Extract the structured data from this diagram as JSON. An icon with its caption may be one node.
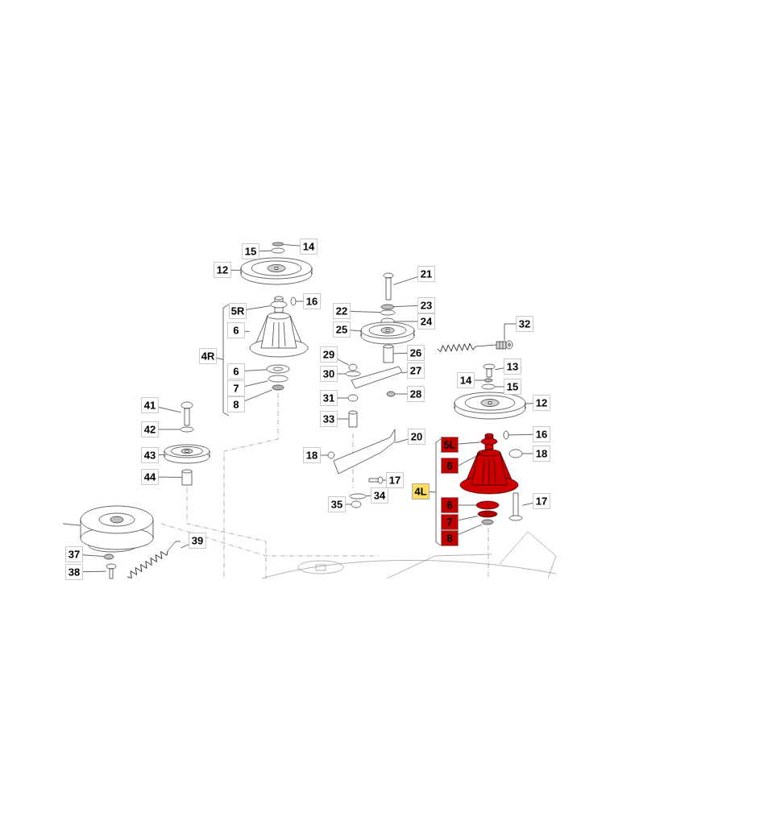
{
  "diagram": {
    "nodes": [
      {
        "text": [
          "15"
        ]
      },
      {
        "text": [
          "14"
        ]
      },
      {
        "text": [
          "12"
        ]
      },
      {
        "text": [
          "21"
        ]
      },
      {
        "text": [
          "16"
        ]
      },
      {
        "text": [
          "22"
        ]
      },
      {
        "text": [
          "23"
        ]
      },
      {
        "text": [
          "5R"
        ]
      },
      {
        "text": [
          "24"
        ]
      },
      {
        "text": [
          "32"
        ]
      },
      {
        "text": [
          "6"
        ]
      },
      {
        "text": [
          "25"
        ]
      },
      {
        "text": [
          "26"
        ]
      },
      {
        "text": [
          "29"
        ]
      },
      {
        "text": [
          "4R"
        ]
      },
      {
        "text": [
          "13"
        ]
      },
      {
        "text": [
          "27"
        ]
      },
      {
        "text": [
          "6"
        ]
      },
      {
        "text": [
          "30"
        ]
      },
      {
        "text": [
          "14"
        ]
      },
      {
        "text": [
          "15"
        ]
      },
      {
        "text": [
          "7"
        ]
      },
      {
        "text": [
          "28"
        ]
      },
      {
        "text": [
          "31"
        ]
      },
      {
        "text": [
          "12"
        ]
      },
      {
        "text": [
          "8"
        ]
      },
      {
        "text": [
          "41"
        ]
      },
      {
        "text": [
          "33"
        ]
      },
      {
        "text": [
          "42"
        ]
      },
      {
        "text": [
          "16"
        ]
      },
      {
        "text": [
          "20"
        ]
      },
      {
        "text": [
          "5L"
        ]
      },
      {
        "text": [
          "18"
        ]
      },
      {
        "text": [
          "43"
        ]
      },
      {
        "text": [
          "18"
        ]
      },
      {
        "text": [
          "6"
        ]
      },
      {
        "text": [
          "44"
        ]
      },
      {
        "text": [
          "17"
        ]
      },
      {
        "text": [
          "4L"
        ]
      },
      {
        "text": [
          "34"
        ]
      },
      {
        "text": [
          "17"
        ]
      },
      {
        "text": [
          "35"
        ]
      },
      {
        "text": [
          "6"
        ]
      },
      {
        "text": [
          "7"
        ]
      },
      {
        "text": [
          "8"
        ]
      },
      {
        "text": [
          "39"
        ]
      },
      {
        "text": [
          "37"
        ]
      },
      {
        "text": [
          "38"
        ]
      },
      {
        "text": [],
        "shape": "circle"
      },
      {
        "text": [],
        "shape": "circle"
      },
      {
        "text": [],
        "shape": "picture"
      },
      {
        "text": [],
        "shape": "picture"
      },
      {
        "text": [],
        "shape": "circle"
      },
      {
        "text": [],
        "shape": "picture"
      },
      {
        "text": [],
        "shape": "picture"
      },
      {
        "text": [],
        "shape": "circle"
      },
      {
        "text": [],
        "shape": "circle"
      },
      {
        "text": [],
        "shape": "bracket"
      },
      {
        "text": [],
        "shape": "picture"
      },
      {
        "text": [],
        "shape": "circle"
      },
      {
        "text": [],
        "shape": "circle"
      },
      {
        "text": [],
        "shape": "circle"
      },
      {
        "text": [],
        "shape": "picture"
      },
      {
        "text": [],
        "shape": "cylinder"
      },
      {
        "text": [],
        "shape": "circle"
      },
      {
        "text": [],
        "shape": "circle"
      },
      {
        "text": [],
        "shape": "picture"
      },
      {
        "text": [],
        "shape": "circle"
      },
      {
        "text": [],
        "shape": "circle"
      },
      {
        "text": [],
        "shape": "cylinder"
      },
      {
        "text": [],
        "shape": "picture"
      },
      {
        "text": [],
        "shape": "circle"
      },
      {
        "text": [],
        "shape": "picture"
      },
      {
        "text": [],
        "shape": "circle"
      },
      {
        "text": [],
        "shape": "circle"
      },
      {
        "text": [],
        "shape": "picture"
      },
      {
        "text": [],
        "shape": "picture"
      },
      {
        "text": [],
        "shape": "circle"
      },
      {
        "text": [],
        "shape": "circle"
      },
      {
        "text": [],
        "shape": "picture"
      },
      {
        "text": [],
        "shape": "circle"
      },
      {
        "text": [],
        "shape": "picture"
      },
      {
        "text": [],
        "shape": "picture"
      },
      {
        "text": [],
        "shape": "circle"
      },
      {
        "text": [],
        "shape": "bracket"
      },
      {
        "text": [],
        "shape": "picture"
      },
      {
        "text": [],
        "shape": "circle"
      },
      {
        "text": [],
        "shape": "circle"
      },
      {
        "text": [],
        "shape": "circle"
      },
      {
        "text": [],
        "shape": "picture"
      },
      {
        "text": [],
        "shape": "circle"
      },
      {
        "text": [],
        "shape": "picture"
      },
      {
        "text": [],
        "shape": "cylinder"
      },
      {
        "text": [],
        "shape": "picture"
      },
      {
        "text": [],
        "shape": "circle"
      },
      {
        "text": [],
        "shape": "picture"
      },
      {
        "text": [],
        "shape": "picture"
      }
    ],
    "edges": [
      {
        "from": 0,
        "to": 48,
        "arrow": "none"
      },
      {
        "from": 1,
        "to": 49,
        "arrow": "none"
      },
      {
        "from": 2,
        "to": 50,
        "arrow": "none"
      },
      {
        "from": 3,
        "to": 58,
        "arrow": "none"
      },
      {
        "from": 4,
        "to": 52,
        "arrow": "none"
      },
      {
        "from": 5,
        "to": 60,
        "arrow": "none"
      },
      {
        "from": 6,
        "to": 59,
        "arrow": "none"
      },
      {
        "from": 7,
        "to": 51,
        "arrow": "none"
      },
      {
        "from": 8,
        "to": 61,
        "arrow": "none"
      },
      {
        "from": 9,
        "to": 75,
        "arrow": "none"
      },
      {
        "from": 10,
        "to": 53,
        "arrow": "none"
      },
      {
        "from": 11,
        "to": 62,
        "arrow": "none"
      },
      {
        "from": 12,
        "to": 63,
        "arrow": "none"
      },
      {
        "from": 13,
        "to": 64,
        "arrow": "none"
      },
      {
        "from": 14,
        "to": 57,
        "arrow": "none"
      },
      {
        "from": 15,
        "to": 76,
        "arrow": "none"
      },
      {
        "from": 16,
        "to": 66,
        "arrow": "none"
      },
      {
        "from": 17,
        "to": 54,
        "arrow": "none"
      },
      {
        "from": 18,
        "to": 65,
        "arrow": "none"
      },
      {
        "from": 19,
        "to": 77,
        "arrow": "none"
      },
      {
        "from": 20,
        "to": 78,
        "arrow": "none"
      },
      {
        "from": 21,
        "to": 55,
        "arrow": "none"
      },
      {
        "from": 22,
        "to": 67,
        "arrow": "none"
      },
      {
        "from": 23,
        "to": 68,
        "arrow": "none"
      },
      {
        "from": 24,
        "to": 79,
        "arrow": "none"
      },
      {
        "from": 25,
        "to": 56,
        "arrow": "none"
      },
      {
        "from": 26,
        "to": 89,
        "arrow": "none"
      },
      {
        "from": 27,
        "to": 69,
        "arrow": "none"
      },
      {
        "from": 28,
        "to": 90,
        "arrow": "none"
      },
      {
        "from": 29,
        "to": 80,
        "arrow": "none"
      },
      {
        "from": 30,
        "to": 70,
        "arrow": "none"
      },
      {
        "from": 31,
        "to": 81,
        "arrow": "none"
      },
      {
        "from": 32,
        "to": 83,
        "arrow": "none"
      },
      {
        "from": 33,
        "to": 91,
        "arrow": "none"
      },
      {
        "from": 34,
        "to": 71,
        "arrow": "none"
      },
      {
        "from": 35,
        "to": 82,
        "arrow": "none"
      },
      {
        "from": 36,
        "to": 92,
        "arrow": "none"
      },
      {
        "from": 37,
        "to": 72,
        "arrow": "none"
      },
      {
        "from": 38,
        "to": 84,
        "arrow": "none"
      },
      {
        "from": 39,
        "to": 73,
        "arrow": "none"
      },
      {
        "from": 40,
        "to": 85,
        "arrow": "none"
      },
      {
        "from": 41,
        "to": 74,
        "arrow": "none"
      },
      {
        "from": 42,
        "to": 86,
        "arrow": "none"
      },
      {
        "from": 43,
        "to": 87,
        "arrow": "none"
      },
      {
        "from": 44,
        "to": 88,
        "arrow": "none"
      },
      {
        "from": 45,
        "to": 93,
        "arrow": "none"
      },
      {
        "from": 46,
        "to": 94,
        "arrow": "none"
      },
      {
        "from": 47,
        "to": 95,
        "arrow": "none"
      },
      {
        "from": null,
        "to": 96,
        "arrow": "none"
      }
    ]
  }
}
